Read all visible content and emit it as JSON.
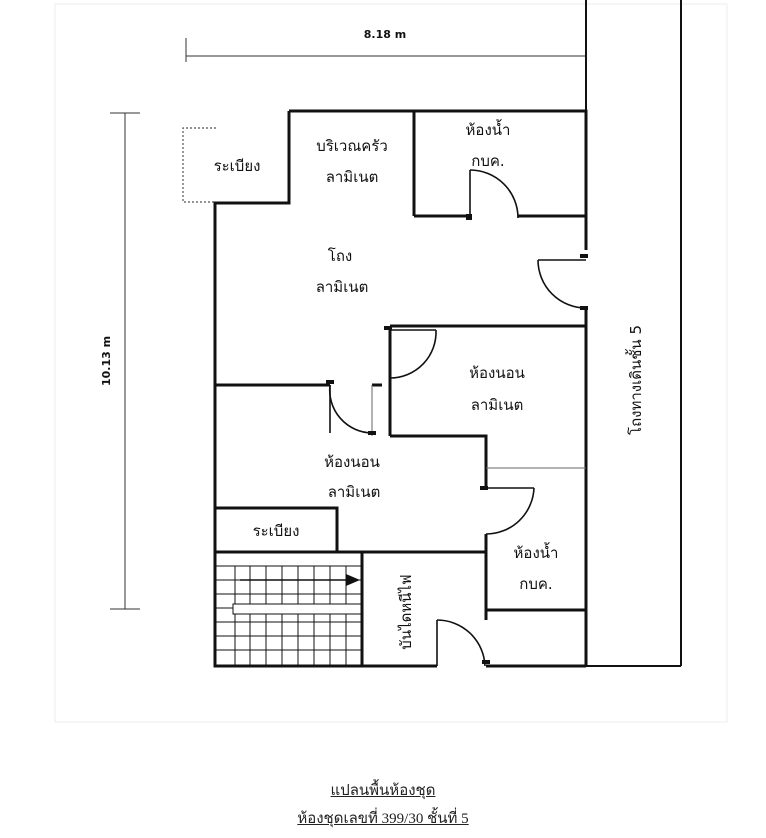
{
  "dimensions": {
    "width": "8.18 m",
    "height": "10.13 m"
  },
  "rooms": {
    "balcony_top": "ระเบียง",
    "kitchen_line1": "บริเวณครัว",
    "kitchen_line2": "ลามิเนต",
    "bath_top_line1": "ห้องน้ำ",
    "bath_top_line2": "กบค.",
    "hall_line1": "โถง",
    "hall_line2": "ลามิเนต",
    "bedroom1_line1": "ห้องนอน",
    "bedroom1_line2": "ลามิเนต",
    "bedroom2_line1": "ห้องนอน",
    "bedroom2_line2": "ลามิเนต",
    "balcony_bottom": "ระเบียง",
    "bath_bottom_line1": "ห้องน้ำ",
    "bath_bottom_line2": "กบค.",
    "fire_stair": "บันไดหนีไฟ",
    "corridor": "โถงทางเดินชั้น 5"
  },
  "caption": {
    "line1": "แปลนพื้นห้องชุด",
    "line2": "ห้องชุดเลขที่ 399/30 ชั้นที่ 5"
  },
  "colors": {
    "wall": "#111111",
    "background": "#ffffff",
    "area_border": "#e6e6e6"
  }
}
